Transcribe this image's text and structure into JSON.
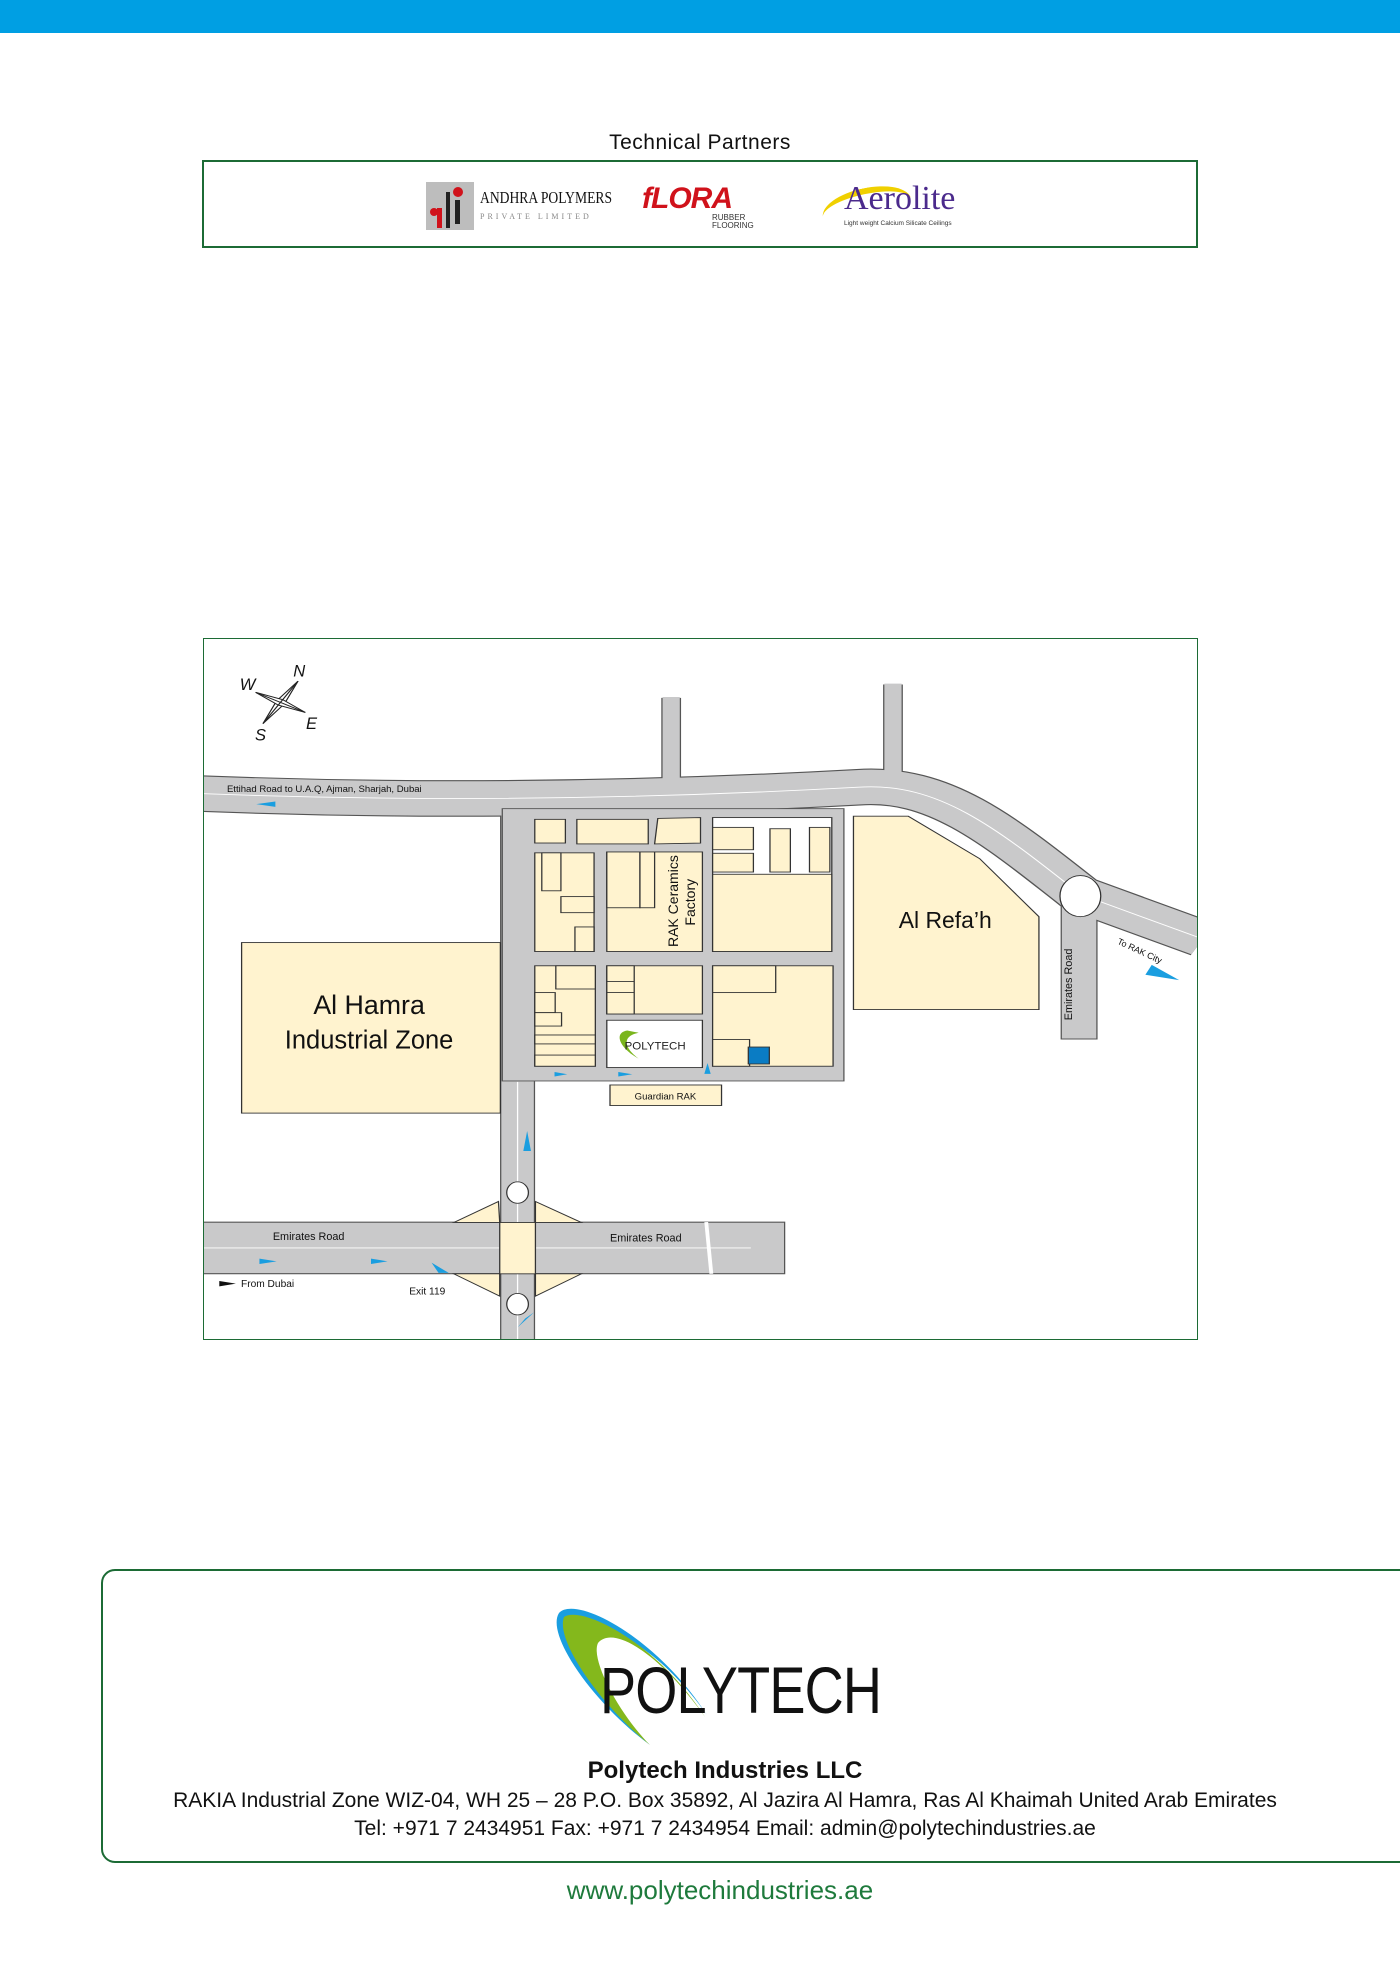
{
  "technical_partners": {
    "title": "Technical Partners",
    "logos": [
      {
        "name": "ANDHRA POLYMERS",
        "sub": "PRIVATE LIMITED"
      },
      {
        "name": "fLORA",
        "sub": "RUBBER FLOORING"
      },
      {
        "name": "Aerolite",
        "sub": "Light weight Calcium Silicate Ceilings"
      }
    ]
  },
  "map": {
    "compass": {
      "n": "N",
      "s": "S",
      "e": "E",
      "w": "W"
    },
    "labels": {
      "ettihad_road": "Ettihad Road to U.A.Q, Ajman, Sharjah, Dubai",
      "rak_ceramics": "RAK Ceramics",
      "factory": "Factory",
      "al_refah": "Al Refa’h",
      "al_hamra_1": "Al Hamra",
      "al_hamra_2": "Industrial Zone",
      "polytech": "POLYTECH",
      "guardian": "Guardian RAK",
      "emirates_road_vertical": "Emirates Road",
      "to_rak_city": "To RAK City",
      "emirates_road_left": "Emirates Road",
      "emirates_road_right": "Emirates Road",
      "from_dubai": "From Dubai",
      "exit": "Exit 119"
    },
    "colors": {
      "road": "#c9c9ca",
      "block": "#fff3cf",
      "arrow": "#1a9ee0",
      "site": "#0a7cc4"
    }
  },
  "footer": {
    "logo_text": "POLYTECH",
    "company": "Polytech Industries LLC",
    "address": "RAKIA Industrial Zone WIZ-04, WH 25 – 28 P.O. Box 35892, Al Jazira Al Hamra, Ras Al Khaimah United Arab Emirates",
    "contact": "Tel: +971 7 2434951 Fax: +971 7 2434954 Email: admin@polytechindustries.ae",
    "website": "www.polytechindustries.ae"
  }
}
